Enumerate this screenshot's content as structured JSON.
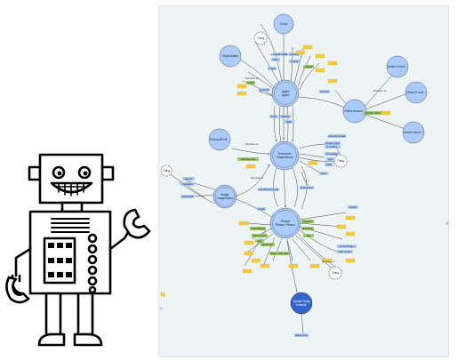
{
  "nodes": [
    {
      "id": "group",
      "label": "Group",
      "type": "class"
    },
    {
      "id": "thing_top",
      "label": "Thing",
      "type": "thing"
    },
    {
      "id": "organization",
      "label": "Organization",
      "type": "class"
    },
    {
      "id": "agent",
      "label": "Agent",
      "sublabel": "Agent",
      "type": "class"
    },
    {
      "id": "online_chat",
      "label": "Online Chat A...",
      "type": "class"
    },
    {
      "id": "online_account",
      "label": "Online Accoun...",
      "type": "class"
    },
    {
      "id": "online_ecom",
      "label": "Online E-com...",
      "type": "class"
    },
    {
      "id": "online_gaming",
      "label": "Online Gamin...",
      "type": "class"
    },
    {
      "id": "personal_profile",
      "label": "PersonalProfi...",
      "type": "class"
    },
    {
      "id": "document",
      "label": "Document",
      "sublabel": "ChapterBook",
      "type": "class"
    },
    {
      "id": "thing_left",
      "label": "Thing",
      "type": "thing"
    },
    {
      "id": "thing_right",
      "label": "Thing",
      "type": "thing"
    },
    {
      "id": "image",
      "label": "Image",
      "sublabel": "ImageObject",
      "type": "class"
    },
    {
      "id": "person",
      "label": "Person",
      "sublabel": "Person, Person",
      "type": "class"
    },
    {
      "id": "thing_bottom",
      "label": "Thing",
      "type": "thing"
    },
    {
      "id": "spatial_thing",
      "label": "Spatial Thing",
      "sublabel": "external",
      "type": "external"
    }
  ],
  "property_labels": [
    "personal mailbox",
    "member",
    "mbox",
    "openid",
    "made",
    "status",
    "Skype ID",
    "holds",
    "weblog",
    "tipjar",
    "account",
    "account name",
    "account service",
    "primary topic",
    "is primary...",
    "homepage",
    "topic",
    "page",
    "focus",
    "depiction",
    "depicts",
    "thumbnail",
    "image",
    "work info homepage",
    "knows",
    "myersBriggs",
    "family name",
    "geekcode",
    "title",
    "surname",
    "currentProject",
    "past project",
    "based near",
    "Subclass of",
    "publications",
    "firstName",
    "lastName",
    "plan",
    "interest",
    "school homepage",
    "workplace homepage",
    "name",
    "given name",
    "nick",
    "age",
    "birthday",
    "gender"
  ],
  "thing_label": "Thing",
  "subclass_label": "Subclass of",
  "colors": {
    "class_fill": "#aaccff",
    "class_stroke": "#334466",
    "external_fill": "#3366cc",
    "datatype_fill": "#ffcc33",
    "object_property_fill": "#aaccff",
    "datatype_property_fill": "#99cc66",
    "panel_bg": "#eef3f3"
  },
  "robot": {
    "description_icon": "robot-icon"
  }
}
